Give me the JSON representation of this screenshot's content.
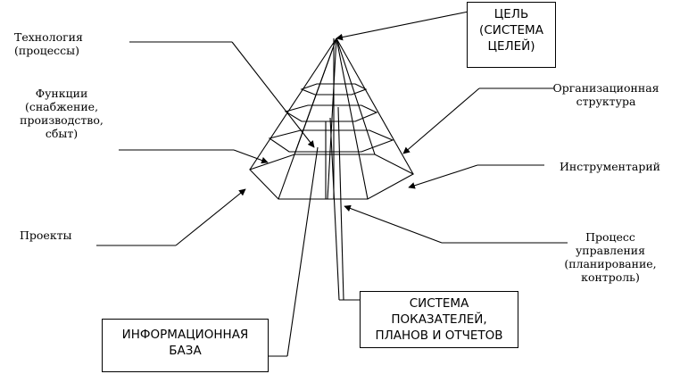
{
  "goal_box": {
    "lines": [
      "ЦЕЛЬ",
      "(СИСТЕМА",
      "ЦЕЛЕЙ)"
    ]
  },
  "technology": {
    "lines": [
      "Технология",
      "(процессы)"
    ]
  },
  "functions": {
    "lines": [
      "Функции",
      "(снабжение,",
      "производство,",
      "сбыт)"
    ]
  },
  "org_structure": {
    "lines": [
      "Организационная",
      "структура"
    ]
  },
  "instrumentation": {
    "lines": [
      "Инструментарий"
    ]
  },
  "projects": {
    "lines": [
      "Проекты"
    ]
  },
  "management_process": {
    "lines": [
      "Процесс",
      "управления",
      "(планирование,",
      "контроль)"
    ]
  },
  "indicators_box": {
    "lines": [
      "СИСТЕМА",
      "ПОКАЗАТЕЛЕЙ,",
      "ПЛАНОВ И ОТЧЕТОВ"
    ]
  },
  "info_base_box": {
    "lines": [
      "ИНФОРМАЦИОННАЯ",
      "БАЗА"
    ]
  }
}
